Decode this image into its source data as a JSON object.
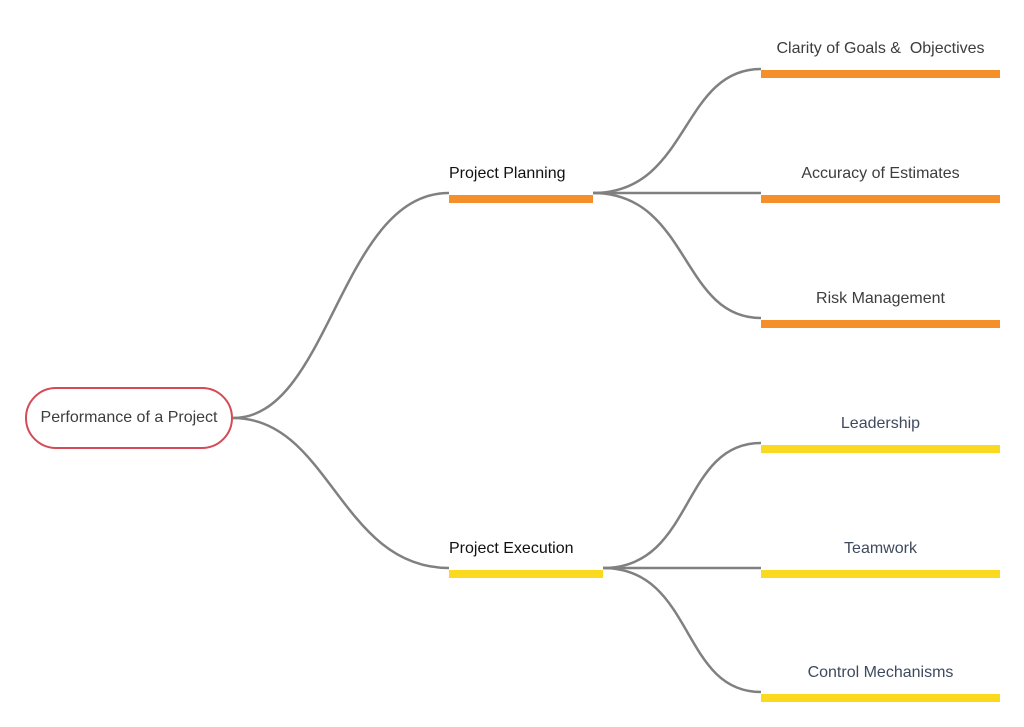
{
  "root": {
    "label": "Performance of a Project",
    "border_color": "#d44b57"
  },
  "branches": [
    {
      "label": "Project Planning",
      "color": "#f58f2a",
      "children": [
        {
          "label": "Clarity of Goals &  Objectives"
        },
        {
          "label": "Accuracy of Estimates"
        },
        {
          "label": "Risk Management"
        }
      ]
    },
    {
      "label": "Project Execution",
      "color": "#fad91f",
      "children": [
        {
          "label": "Leadership"
        },
        {
          "label": "Teamwork"
        },
        {
          "label": "Control Mechanisms"
        }
      ]
    }
  ],
  "connector_color": "#808080"
}
